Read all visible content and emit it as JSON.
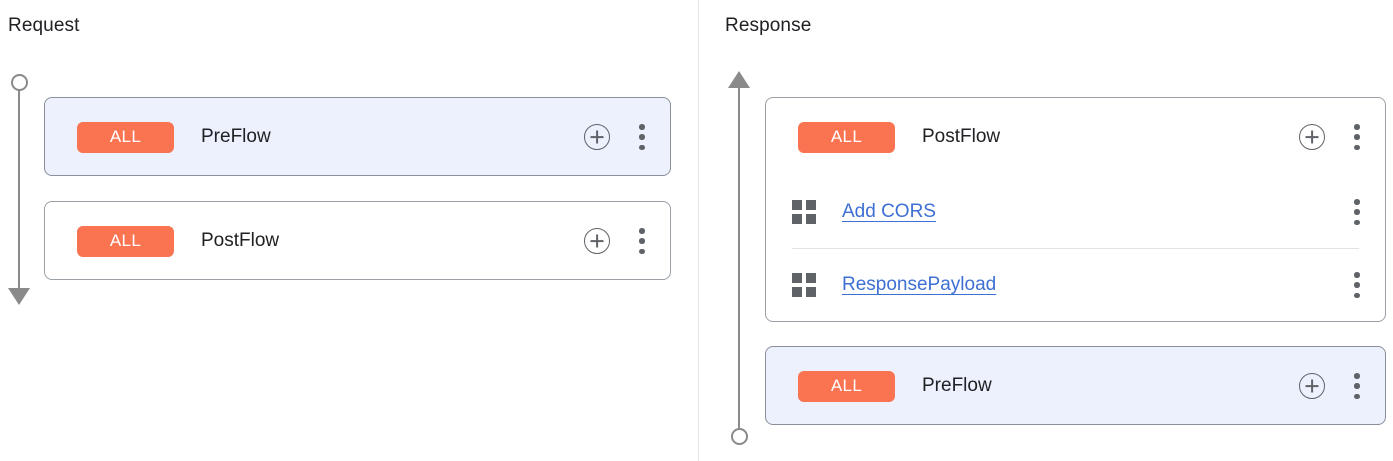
{
  "panels": {
    "request": {
      "title": "Request",
      "arrow_direction": "down",
      "cards": [
        {
          "name": "preflow-card",
          "selected": true,
          "badge": "ALL",
          "label": "PreFlow",
          "add_icon": "plus-circle-icon",
          "menu_icon": "more-vert-icon",
          "policies": []
        },
        {
          "name": "postflow-card",
          "selected": false,
          "badge": "ALL",
          "label": "PostFlow",
          "add_icon": "plus-circle-icon",
          "menu_icon": "more-vert-icon",
          "policies": []
        }
      ]
    },
    "response": {
      "title": "Response",
      "arrow_direction": "up",
      "cards": [
        {
          "name": "postflow-card",
          "selected": false,
          "badge": "ALL",
          "label": "PostFlow",
          "add_icon": "plus-circle-icon",
          "menu_icon": "more-vert-icon",
          "policies": [
            {
              "icon": "grid-apps-icon",
              "label": "Add CORS",
              "menu_icon": "more-vert-icon"
            },
            {
              "icon": "grid-apps-icon",
              "label": "ResponsePayload",
              "menu_icon": "more-vert-icon"
            }
          ]
        },
        {
          "name": "preflow-card",
          "selected": true,
          "badge": "ALL",
          "label": "PreFlow",
          "add_icon": "plus-circle-icon",
          "menu_icon": "more-vert-icon",
          "policies": []
        }
      ]
    }
  },
  "colors": {
    "badge_all": "#fa7452",
    "link": "#3e6fd4",
    "selected_card_bg": "#ecf1fd",
    "card_border": "#9aa0a6",
    "arrow": "#8a8a8a",
    "icon": "#5f6368"
  }
}
